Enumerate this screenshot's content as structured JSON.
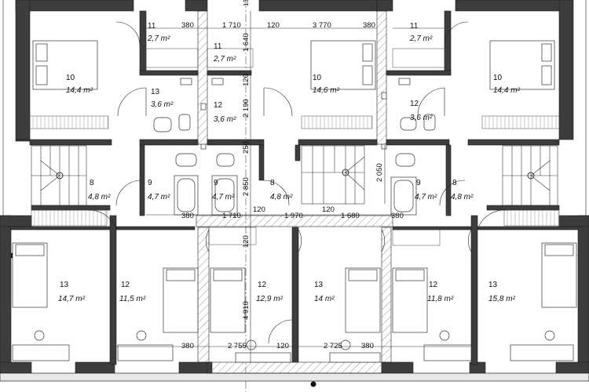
{
  "rooms": [
    {
      "id": "r1",
      "num": "11",
      "area": "2,7 m²"
    },
    {
      "id": "r2",
      "num": "10",
      "area": "14,4 m²"
    },
    {
      "id": "r3",
      "num": "13",
      "area": "3,6 m²"
    },
    {
      "id": "r4",
      "num": "11",
      "area": "2,7 m²"
    },
    {
      "id": "r5",
      "num": "12",
      "area": "3,6 m²"
    },
    {
      "id": "r6",
      "num": "10",
      "area": "14,6 m²"
    },
    {
      "id": "r7",
      "num": "12",
      "area": "3,6 m²"
    },
    {
      "id": "r8",
      "num": "11",
      "area": "2,7 m²"
    },
    {
      "id": "r9",
      "num": "10",
      "area": "14,4 m²"
    },
    {
      "id": "r10",
      "num": "8",
      "area": "4,8 m²"
    },
    {
      "id": "r11",
      "num": "9",
      "area": "4,7 m²"
    },
    {
      "id": "r12",
      "num": "9",
      "area": "4,7 m²"
    },
    {
      "id": "r13",
      "num": "8",
      "area": "4,8 m²"
    },
    {
      "id": "r14",
      "num": "9",
      "area": "4,7 m²"
    },
    {
      "id": "r15",
      "num": "8",
      "area": "4,8 m²"
    },
    {
      "id": "r16",
      "num": "13",
      "area": "14,7 m²"
    },
    {
      "id": "r17",
      "num": "12",
      "area": "11,5 m²"
    },
    {
      "id": "r18",
      "num": "12",
      "area": "12,9 m²"
    },
    {
      "id": "r19",
      "num": "13",
      "area": "14 m²"
    },
    {
      "id": "r20",
      "num": "12",
      "area": "11,8 m²"
    },
    {
      "id": "r21",
      "num": "13",
      "area": "15,8 m²"
    }
  ],
  "dims": {
    "d1": "380",
    "d2": "1 710",
    "d3": "120",
    "d4": "3 770",
    "d5": "380",
    "d6": "1 640",
    "d7": "120",
    "d8": "2 190",
    "d9": "250",
    "d10": "2 850",
    "d11": "2 050",
    "d12": "380",
    "d13": "1 710",
    "d14": "120",
    "d15": "1 970",
    "d16": "120",
    "d17": "1 680",
    "d18": "380",
    "d19": "120",
    "d20": "4 910",
    "d21": "380",
    "d22": "2 755",
    "d23": "120",
    "d24": "2 725",
    "d25": "380",
    "d26": "13"
  }
}
